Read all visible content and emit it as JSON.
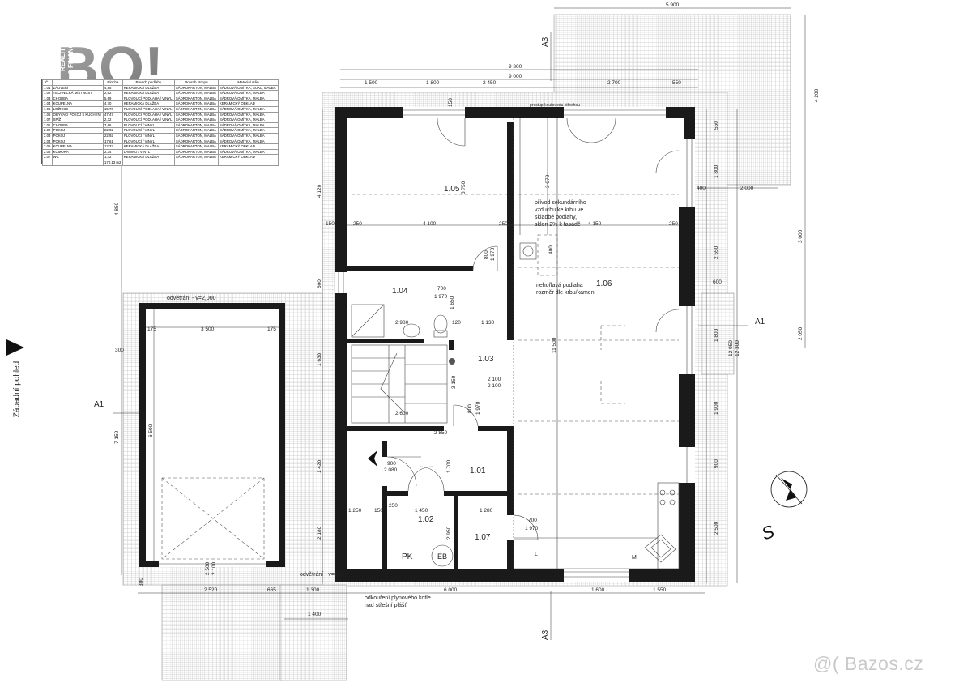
{
  "logo": {
    "text": "BO!",
    "tagline_1": "REALITY",
    "tagline_2": "& FINANCE",
    "logo_color": "#7a7a7a"
  },
  "legend": {
    "headers": [
      "Č.",
      "",
      "Plocha",
      "Povrch podlahy",
      "Povrch stropu",
      "Materiál stěn"
    ],
    "rows": [
      [
        "1.01",
        "ZÁDVEŘÍ",
        "4,85",
        "KERAMICKÁ DLAŽBA",
        "SÁDROKARTON, MALBA",
        "SÁDROVÁ OMÍTKA, SOKL, MALBA"
      ],
      [
        "1.02",
        "TECHNICKÁ MÍSTNOST",
        "2,62",
        "KERAMICKÁ DLAŽBA",
        "SÁDROKARTON, MALBA",
        "SÁDROVÁ OMÍTKA, MALBA"
      ],
      [
        "1.03",
        "CHODBA",
        "5,69",
        "PLOVOUCÍ PODLAHA / VINYL",
        "SÁDROKARTON, MALBA",
        "SÁDROVÁ OMÍTKA, MALBA"
      ],
      [
        "1.04",
        "KOUPELNA",
        "4,70",
        "KERAMICKÁ DLAŽBA",
        "SÁDROKARTON, MALBA",
        "KERAMICKÝ OBKLAD"
      ],
      [
        "1.05",
        "LOŽNICE",
        "15,76",
        "PLOVOUCÍ PODLAHA / VINYL",
        "SÁDROKARTON, MALBA",
        "SÁDROVÁ OMÍTKA, MALBA"
      ],
      [
        "1.06",
        "OBÝVACÍ POKOJ S KUCHYNÍ",
        "47,47",
        "PLOVOUCÍ PODLAHA / VINYL",
        "SÁDROKARTON, MALBA",
        "SÁDROVÁ OMÍTKA, MALBA"
      ],
      [
        "1.07",
        "SPÍŽ",
        "2,32",
        "PLOVOUCÍ PODLAHA / VINYL",
        "SÁDROKARTON, MALBA",
        "SÁDROVÁ OMÍTKA, MALBA"
      ],
      [
        "2.01",
        "CHODBA",
        "7,66",
        "PLOVOUCÍ / VINYL",
        "SÁDROKARTON, MALBA",
        "SÁDROVÁ OMÍTKA, MALBA"
      ],
      [
        "2.02",
        "POKOJ",
        "22,92",
        "PLOVOUCÍ / VINYL",
        "SÁDROKARTON, MALBA",
        "SÁDROVÁ OMÍTKA, MALBA"
      ],
      [
        "2.03",
        "POKOJ",
        "22,92",
        "PLOVOUCÍ / VINYL",
        "SÁDROKARTON, MALBA",
        "SÁDROVÁ OMÍTKA, MALBA"
      ],
      [
        "2.04",
        "POKOJ",
        "17,61",
        "PLOVOUCÍ / VINYL",
        "SÁDROKARTON, MALBA",
        "SÁDROVÁ OMÍTKA, MALBA"
      ],
      [
        "2.05",
        "KOUPELNA",
        "12,33",
        "KERAMICKÁ DLAŽBA",
        "SÁDROKARTON, MALBA",
        "KERAMICKÝ OBKLAD"
      ],
      [
        "2.06",
        "KOMORA",
        "2,34",
        "LAMINO / VINYL",
        "SÁDROKARTON, MALBA",
        "SÁDROVÁ OMÍTKA, MALBA"
      ],
      [
        "2.07",
        "WC",
        "1,42",
        "KERAMICKÁ DLAŽBA",
        "SÁDROKARTON, MALBA",
        "KERAMICKÝ OBKLAD"
      ],
      [
        "",
        "",
        "170,13 m2",
        "",
        "",
        ""
      ]
    ]
  },
  "rooms": [
    {
      "id": "1.05",
      "label": "1.05"
    },
    {
      "id": "1.04",
      "label": "1.04"
    },
    {
      "id": "1.03",
      "label": "1.03"
    },
    {
      "id": "1.06",
      "label": "1.06"
    },
    {
      "id": "1.01",
      "label": "1.01"
    },
    {
      "id": "1.02",
      "label": "1.02"
    },
    {
      "id": "1.07",
      "label": "1.07"
    }
  ],
  "dimensions": {
    "top_5900": "5 900",
    "top_9300": "9 300",
    "top_9000": "9 000",
    "t_1500": "1 500",
    "t_1800": "1 800",
    "t_2450": "2 450",
    "t_2700": "2 700",
    "t_550": "550",
    "d_4100": "4 100",
    "d_4150": "4 150",
    "d_150": "150",
    "d_250a": "250",
    "d_250b": "250",
    "d_250c": "250",
    "r_4200": "4 200",
    "r_3000": "3 000",
    "r_2050": "2 050",
    "r_12050": "12 050",
    "r_12300": "12 300",
    "r_1800": "1 800",
    "r_2550": "2 550",
    "r_1900": "1 900",
    "r_900": "900",
    "r_2500": "2 500",
    "r_550": "550",
    "r_400": "400",
    "r_2000": "2 000",
    "r_600": "600",
    "r_1800b": "1 800",
    "l_4850": "4 850",
    "l_7150": "7 150",
    "l_4120": "4 120",
    "l_1630": "1 630",
    "l_1420": "1 420",
    "l_2180": "2 180",
    "l_600": "600",
    "g_3500": "3 500",
    "g_175a": "175",
    "g_175b": "175",
    "g_6500": "6 500",
    "g_300": "300",
    "b_2520": "2 520",
    "b_665": "665",
    "b_1300": "1 300",
    "b_6000": "6 000",
    "b_1600": "1 600",
    "b_1550": "1 550",
    "b_1400": "1 400",
    "b_2500": "2 500",
    "b_2100": "2 100",
    "b_300": "300",
    "i_700": "700",
    "i_1970": "1 970",
    "i_2980": "2 980",
    "i_120": "120",
    "i_1130": "1 130",
    "i_2100a": "2 100",
    "i_2100b": "2 100",
    "i_2600": "2 600",
    "i_2850": "2 850",
    "i_800": "800",
    "i_1970b": "1 970",
    "i_900": "900",
    "i_2080": "2 080",
    "i_1700": "1 700",
    "i_1250": "1 250",
    "i_150": "150",
    "i_250": "250",
    "i_1450": "1 450",
    "i_1280": "1 280",
    "i_700b": "700",
    "i_1970c": "1 970",
    "i_2950": "2 950",
    "i_3750": "3 750",
    "i_11500": "11 500",
    "i_3070": "3 070",
    "i_800b": "800",
    "i_1970d": "1 970",
    "i_400": "400",
    "i_150b": "150",
    "i_1650": "1 650",
    "i_3150": "3 150"
  },
  "notes": {
    "odvetrani_top": "odvětrání - v=2,000",
    "odvetrani_bottom": "odvětrání - v=250",
    "privod_1": "přívod sekundárního",
    "privod_2": "vzduchu ke krbu ve",
    "privod_3": "skladbě podlahy,",
    "privod_4": "sklon 2% k fasádě",
    "nehorlava_1": "nehořlavá podlaha",
    "nehorlava_2": "rozměr dle krbu/kamen",
    "odkoureni_1": "odkouření plynového kotle",
    "odkoureni_2": "nad střešní plášť",
    "top_note": "prostup kouřovodu střechou",
    "pk": "PK",
    "eb": "EB",
    "l_mark": "L",
    "m_mark": "M"
  },
  "sections": {
    "a1_left": "A1",
    "a1_right": "A1",
    "a3_top": "A3",
    "a3_bottom": "A3"
  },
  "compass": {
    "label": "S"
  },
  "west_view": {
    "label": "Západní pohled"
  },
  "watermark": {
    "text": "@( Bazos.cz"
  }
}
